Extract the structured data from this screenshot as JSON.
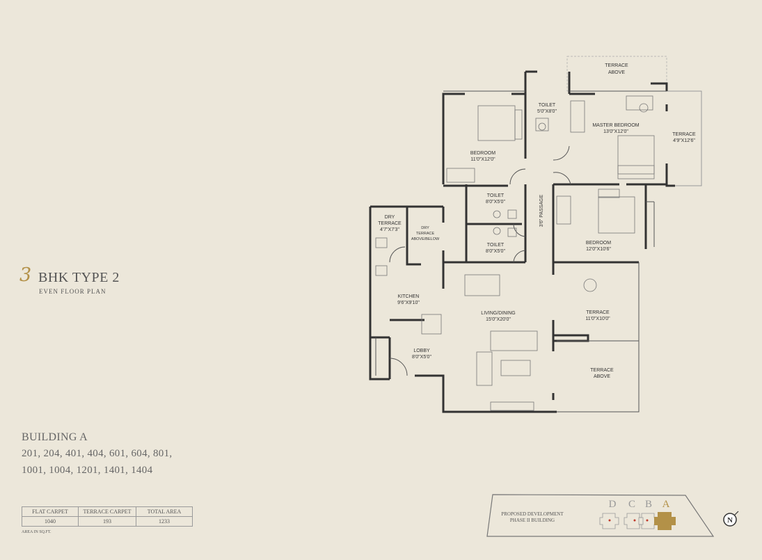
{
  "header": {
    "bhk_number": "3",
    "type_label": "BHK TYPE 2",
    "subtitle": "EVEN FLOOR PLAN"
  },
  "building": {
    "name": "BUILDING A",
    "units_line1": "201, 204, 401, 404, 601, 604, 801,",
    "units_line2": "1001, 1004, 1201, 1401, 1404"
  },
  "area_table": {
    "headers": [
      "FLAT CARPET",
      "TERRACE CARPET",
      "TOTAL AREA"
    ],
    "values": [
      "1040",
      "193",
      "1233"
    ],
    "note": "AREA IN SQ.FT."
  },
  "rooms": {
    "terrace_above_top": [
      "TERRACE",
      "ABOVE"
    ],
    "toilet_top": [
      "TOILET",
      "5'0\"X8'0\""
    ],
    "master_bedroom": [
      "MASTER BEDROOM",
      "13'0\"X12'0\""
    ],
    "terrace_right": [
      "TERRACE",
      "4'9\"X12'6\""
    ],
    "bedroom1": [
      "BEDROOM",
      "11'0\"X12'0\""
    ],
    "toilet_mid1": [
      "TOILET",
      "8'0\"X5'0\""
    ],
    "toilet_mid2": [
      "TOILET",
      "8'0\"X5'0\""
    ],
    "passage": "3'6\" PASSAGE",
    "bedroom2": [
      "BEDROOM",
      "12'0\"X10'6\""
    ],
    "dry_terrace": [
      "DRY",
      "TERRACE",
      "4'7\"X7'3\""
    ],
    "dry_terrace_above": [
      "DRY",
      "TERRACE",
      "ABOVE/BELOW"
    ],
    "kitchen": [
      "KITCHEN",
      "9'6\"X9'10\""
    ],
    "living_dining": [
      "LIVING/DINING",
      "15'0\"X20'0\""
    ],
    "terrace_mid": [
      "TERRACE",
      "11'0\"X10'0\""
    ],
    "lobby": [
      "LOBBY",
      "8'0\"X5'0\""
    ],
    "terrace_above_bottom": [
      "TERRACE",
      "ABOVE"
    ]
  },
  "key_plan": {
    "label_line1": "PROPOSED DEVELOPMENT",
    "label_line2": "PHASE II BUILDING",
    "letters": [
      "D",
      "C",
      "B",
      "A"
    ],
    "highlight_color": "#b39148"
  },
  "compass": {
    "label": "N"
  }
}
